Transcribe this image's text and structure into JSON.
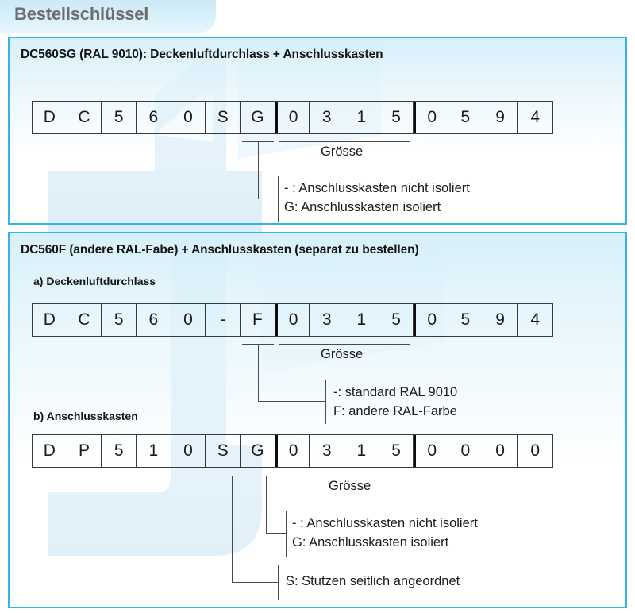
{
  "header": {
    "title": "Bestellschlüssel"
  },
  "colors": {
    "accent_border": "#35b3e5",
    "panel_fill": "#d6effa",
    "title_text": "#6e6e6e",
    "watermark": "#cfe8f7",
    "cell_border": "#3a3a3a",
    "divider": "#0d0d0d"
  },
  "panels": [
    {
      "title": "DC560SG (RAL 9010): Deckenluftdurchlass + Anschlusskasten",
      "code_cells": [
        "D",
        "C",
        "5",
        "6",
        "0",
        "S",
        "G",
        "0",
        "3",
        "1",
        "5",
        "0",
        "5",
        "9",
        "4"
      ],
      "thick_dividers": [
        7,
        11
      ],
      "size_label": "Grösse",
      "annotations": [
        "- : Anschlusskasten nicht isoliert",
        "G: Anschlusskasten isoliert"
      ]
    },
    {
      "title": "DC560F (andere RAL-Fabe) + Anschlusskasten (separat zu bestellen)",
      "sections": [
        {
          "label": "a) Deckenluftdurchlass",
          "code_cells": [
            "D",
            "C",
            "5",
            "6",
            "0",
            "-",
            "F",
            "0",
            "3",
            "1",
            "5",
            "0",
            "5",
            "9",
            "4"
          ],
          "thick_dividers": [
            7,
            11
          ],
          "size_label": "Grösse",
          "annotations": [
            "-:   standard RAL 9010",
            "F:   andere RAL-Farbe"
          ]
        },
        {
          "label": "b) Anschlusskasten",
          "code_cells": [
            "D",
            "P",
            "5",
            "1",
            "0",
            "S",
            "G",
            "0",
            "3",
            "1",
            "5",
            "0",
            "0",
            "0",
            "0"
          ],
          "thick_dividers": [
            7,
            11
          ],
          "size_label": "Grösse",
          "annotations": [
            "- : Anschlusskasten nicht isoliert",
            "G: Anschlusskasten isoliert"
          ],
          "extra_annotation": "S: Stutzen seitlich angeordnet"
        }
      ]
    }
  ]
}
